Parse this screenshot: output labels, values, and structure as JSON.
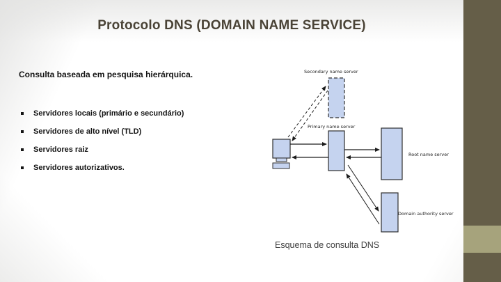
{
  "slide": {
    "title": "Protocolo DNS (DOMAIN NAME SERVICE)",
    "intro": "Consulta baseada em pesquisa hierárquica.",
    "bullets": [
      "Servidores locais (primário e secundário)",
      "Servidores de alto nível (TLD)",
      "Servidores raiz",
      "Servidores autorizativos."
    ],
    "caption": "Esquema de consulta DNS"
  },
  "diagram": {
    "labels": {
      "secondary": "Secondary name server",
      "primary": "Primary name server",
      "root": "Root name server",
      "domain": "Domain authority server"
    },
    "nodes": [
      "client-computer",
      "secondary-name-server",
      "primary-name-server",
      "root-name-server",
      "domain-authority-server"
    ],
    "edges": [
      {
        "from": "client-computer",
        "to": "primary-name-server",
        "style": "solid"
      },
      {
        "from": "primary-name-server",
        "to": "client-computer",
        "style": "solid"
      },
      {
        "from": "primary-name-server",
        "to": "root-name-server",
        "style": "solid"
      },
      {
        "from": "root-name-server",
        "to": "primary-name-server",
        "style": "solid"
      },
      {
        "from": "primary-name-server",
        "to": "domain-authority-server",
        "style": "solid"
      },
      {
        "from": "domain-authority-server",
        "to": "primary-name-server",
        "style": "solid"
      },
      {
        "from": "client-computer",
        "to": "secondary-name-server",
        "style": "dashed"
      },
      {
        "from": "secondary-name-server",
        "to": "client-computer",
        "style": "dashed"
      }
    ],
    "box_fill": "#c5d3ef",
    "box_stroke": "#2f2f2f"
  },
  "theme": {
    "title_color": "#4a4336",
    "text_color": "#141414",
    "accent_dark": "#655e48",
    "accent_light": "#a6a37c",
    "caption_color": "#3d3d3d"
  }
}
